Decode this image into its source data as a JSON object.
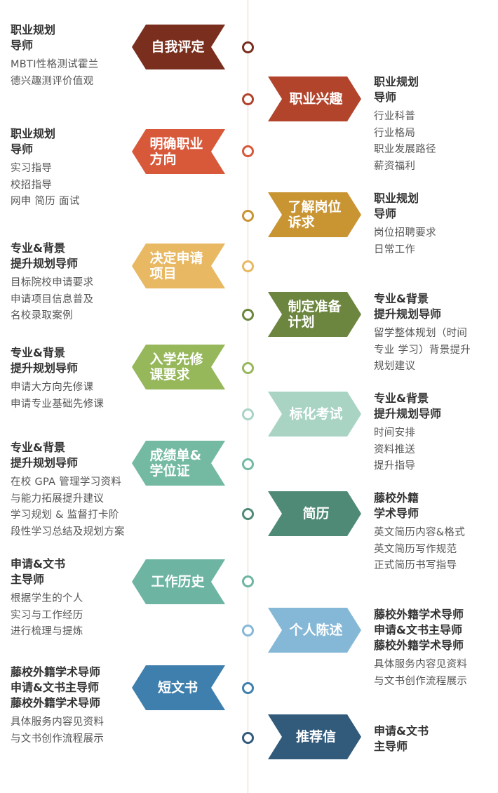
{
  "steps": [
    {
      "label": "自我评定",
      "color": "#7a2f1e",
      "title": "职业规划\n导师",
      "lines": [
        "MBTI性格测试霍兰",
        "德兴趣测评价值观"
      ]
    },
    {
      "label": "职业兴趣",
      "color": "#b2442c",
      "title": "职业规划\n导师",
      "lines": [
        "行业科普",
        "行业格局",
        "职业发展路径",
        "薪资福利"
      ]
    },
    {
      "label": "明确职业方向",
      "color": "#d8583a",
      "title": "职业规划\n导师",
      "lines": [
        "实习指导",
        "校招指导",
        "网申 简历 面试"
      ]
    },
    {
      "label": "了解岗位诉求",
      "color": "#c99432",
      "title": "职业规划\n导师",
      "lines": [
        "岗位招聘要求",
        "日常工作"
      ]
    },
    {
      "label": "决定申请项目",
      "color": "#e8b862",
      "title": "专业&背景\n提升规划导师",
      "lines": [
        "目标院校申请要求",
        "申请项目信息普及",
        "名校录取案例"
      ]
    },
    {
      "label": "制定准备计划",
      "color": "#6c853f",
      "title": "专业&背景\n提升规划导师",
      "lines": [
        "留学整体规划（时间",
        "专业  学习）背景提升",
        "规划建议"
      ]
    },
    {
      "label": "入学先修课要求",
      "color": "#96b75a",
      "title": "专业&背景\n提升规划导师",
      "lines": [
        "申请大方向先修课",
        "申请专业基础先修课"
      ]
    },
    {
      "label": "标化考试",
      "color": "#a9d4c4",
      "title": "专业&背景\n提升规划导师",
      "lines": [
        "时间安排",
        "资料推送",
        "提升指导"
      ]
    },
    {
      "label": "成绩单&学位证",
      "color": "#74baa2",
      "title": "专业&背景\n提升规划导师",
      "lines": [
        "在校 GPA 管理学习资料",
        "与能力拓展提升建议",
        "学习规划 & 监督打卡阶",
        "段性学习总结及规划方案"
      ]
    },
    {
      "label": "简历",
      "color": "#4f8a76",
      "title": "藤校外籍\n学术导师",
      "lines": [
        "英文简历内容&格式",
        "英文简历写作规范",
        "正式简历书写指导"
      ]
    },
    {
      "label": "工作历史",
      "color": "#6db5a2",
      "title": "申请&文书\n主导师",
      "lines": [
        "根据学生的个人",
        "实习与工作经历",
        "进行梳理与提炼"
      ]
    },
    {
      "label": "个人陈述",
      "color": "#85b8d7",
      "title": "藤校外籍学术导师\n申请&文书主导师\n藤校外籍学术导师",
      "lines": [
        "具体服务内容见资料",
        "与文书创作流程展示"
      ]
    },
    {
      "label": "短文书",
      "color": "#3f7fad",
      "title": "藤校外籍学术导师\n申请&文书主导师\n藤校外籍学术导师",
      "lines": [
        "具体服务内容见资料",
        "与文书创作流程展示"
      ]
    },
    {
      "label": "推荐信",
      "color": "#315a7b",
      "title": "申请&文书\n主导师",
      "lines": []
    }
  ]
}
